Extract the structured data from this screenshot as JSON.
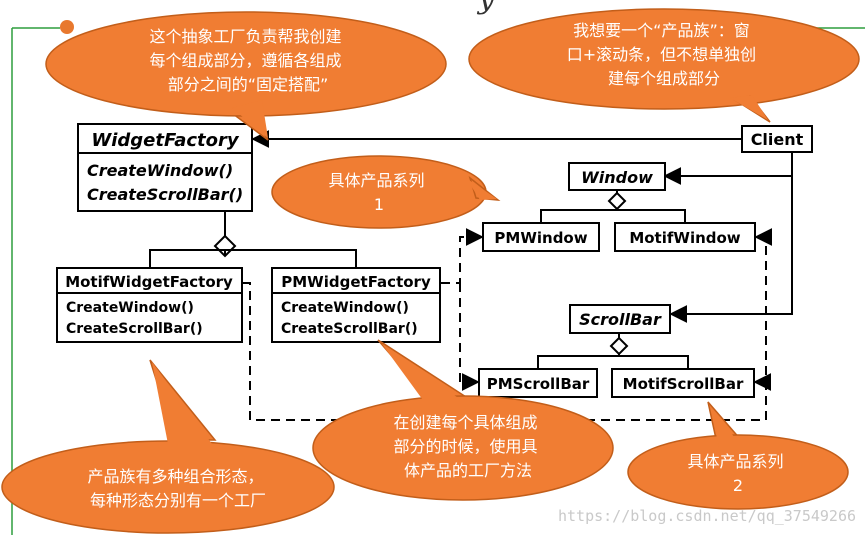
{
  "diagram": {
    "title_fragment": "y",
    "watermark": "https://blog.csdn.net/qq_37549266",
    "classes": {
      "widget_factory": {
        "name": "WidgetFactory",
        "methods": [
          "CreateWindow()",
          "CreateScrollBar()"
        ]
      },
      "motif_widget_factory": {
        "name": "MotifWidgetFactory",
        "methods": [
          "CreateWindow()",
          "CreateScrollBar()"
        ]
      },
      "pm_widget_factory": {
        "name": "PMWidgetFactory",
        "methods": [
          "CreateWindow()",
          "CreateScrollBar()"
        ]
      },
      "client": {
        "name": "Client"
      },
      "window": {
        "name": "Window"
      },
      "pm_window": {
        "name": "PMWindow"
      },
      "motif_window": {
        "name": "MotifWindow"
      },
      "scrollbar": {
        "name": "ScrollBar"
      },
      "pm_scrollbar": {
        "name": "PMScrollBar"
      },
      "motif_scrollbar": {
        "name": "MotifScrollBar"
      }
    },
    "callouts": {
      "factory_note": [
        "这个抽象工厂负责帮我创建",
        "每个组成部分，遵循各组成",
        "部分之间的“固定搭配”"
      ],
      "client_note": [
        "我想要一个“产品族”：窗",
        "口+滚动条，但不想单独创",
        "建每个组成部分"
      ],
      "series1": [
        "具体产品系列",
        "1"
      ],
      "series2": [
        "具体产品系列",
        "2"
      ],
      "factory_method_note": [
        "在创建每个具体组成",
        "部分的时候，使用具",
        "体产品的工厂方法"
      ],
      "family_note": [
        "产品族有多种组合形态，",
        "每种形态分别有一个工厂"
      ]
    },
    "colors": {
      "callout_fill": "#f07d33",
      "callout_stroke": "#c25e1a",
      "frame_line": "#2e9e3f",
      "frame_dot": "#e8782e"
    }
  }
}
